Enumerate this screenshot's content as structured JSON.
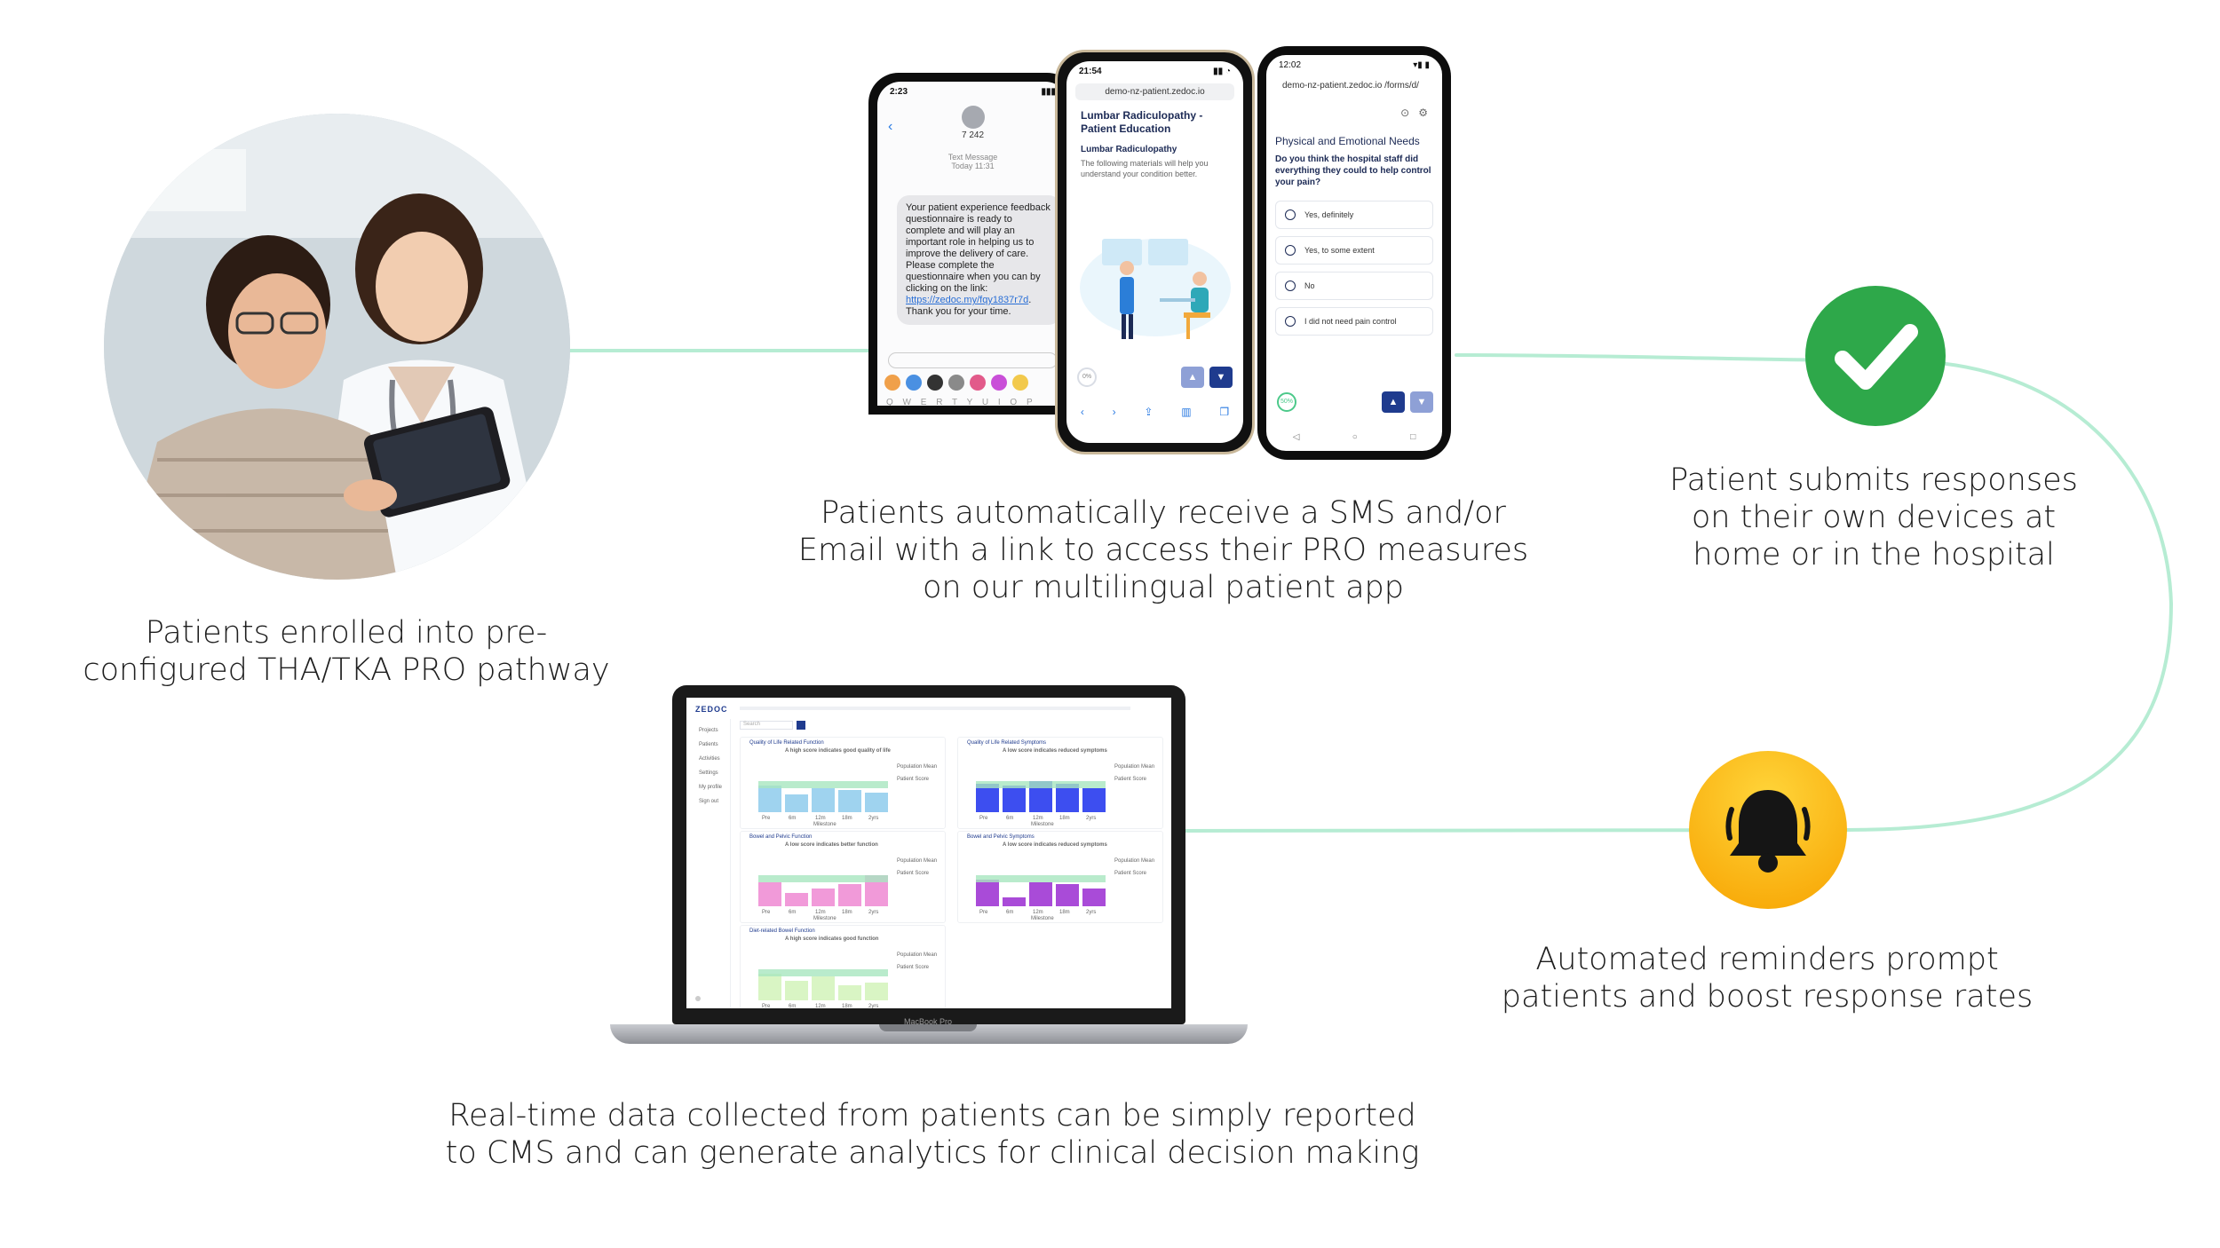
{
  "captions": {
    "enrolled": [
      "Patients enrolled into pre-",
      "configured THA/TKA PRO pathway"
    ],
    "receive": [
      "Patients automatically receive a SMS and/or",
      "Email with a link to access their PRO measures",
      "on our multilingual patient app"
    ],
    "submits": [
      "Patient submits responses",
      "on their own devices at",
      "home or in the hospital"
    ],
    "reminders": [
      "Automated reminders prompt",
      "patients and boost response rates"
    ],
    "realtime": [
      "Real-time data collected from patients can be simply reported",
      "to CMS and can generate analytics for clinical decision making"
    ]
  },
  "phone_sms": {
    "time": "2:23",
    "sender": "7 242",
    "meta_line1": "Text Message",
    "meta_line2": "Today 11:31",
    "message": "Your patient experience feedback questionnaire is ready to complete and will play an important role in helping us to improve the delivery of care. Please complete the questionnaire when you can by clicking on the link:",
    "link": "https://zedoc.my/fqy1837r7d",
    "message_end": ". Thank you for your time.",
    "keyboard": "Q W E R T Y U I O P"
  },
  "phone_education": {
    "time": "21:54",
    "url": "demo-nz-patient.zedoc.io",
    "title": "Lumbar Radiculopathy - Patient Education",
    "subtitle": "Lumbar Radiculopathy",
    "body": "The following materials will help you understand your condition better.",
    "progress": "0%"
  },
  "phone_survey": {
    "time": "12:02",
    "url": "demo-nz-patient.zedoc.io /forms/d/",
    "section": "Physical and Emotional Needs",
    "question": "Do you think the hospital staff did everything they could to help control your pain?",
    "options": [
      "Yes, definitely",
      "Yes, to some extent",
      "No",
      "I did not need pain control"
    ],
    "progress": "50%"
  },
  "laptop": {
    "logo": "ZEDOC",
    "brand": "MacBook Pro",
    "search_placeholder": "Search",
    "nav": [
      "Projects",
      "Patients",
      "Activities",
      "Settings",
      "My profile",
      "Sign out"
    ],
    "panels": [
      {
        "title": "Quality of Life Related Function",
        "note": "A high score indicates good quality of life",
        "values": [
          60,
          40,
          55,
          50,
          45
        ],
        "color": "#9fd3ef"
      },
      {
        "title": "Quality of Life Related Symptoms",
        "note": "A low score indicates reduced symptoms",
        "values": [
          65,
          60,
          70,
          65,
          55
        ],
        "color": "#3d4ef0"
      },
      {
        "title": "Bowel and Pelvic Function",
        "note": "A low score indicates better function",
        "values": [
          55,
          30,
          40,
          50,
          70
        ],
        "color": "#f19ad9"
      },
      {
        "title": "Bowel and Pelvic Symptoms",
        "note": "A low score indicates reduced symptoms",
        "values": [
          60,
          20,
          55,
          50,
          40
        ],
        "color": "#a94bd8"
      },
      {
        "title": "Diet-related Bowel Function",
        "note": "A high score indicates good function",
        "values": [
          60,
          45,
          55,
          35,
          40
        ],
        "color": "#d9f5c4"
      }
    ],
    "milestone_label": "Milestone",
    "milestones": [
      "Pre",
      "6m",
      "12m",
      "18m",
      "2yrs"
    ],
    "legend": [
      "Population Mean",
      "Patient Score"
    ]
  },
  "colors": {
    "connector": "#b6ecd3",
    "check_badge": "#2ea84a",
    "bell_badge_top": "#ffd53a",
    "bell_badge_bottom": "#f7a200",
    "nav_blue": "#1f3b8e"
  },
  "icons": {
    "check": "check-icon",
    "bell": "bell-icon"
  }
}
